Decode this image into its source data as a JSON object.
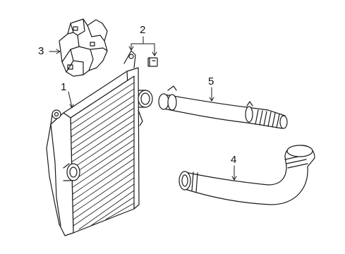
{
  "callouts": {
    "c1": "1",
    "c2": "2",
    "c3": "3",
    "c4": "4",
    "c5": "5"
  },
  "colors": {
    "line": "#1a1a1a",
    "background": "#ffffff"
  },
  "parts": [
    "intercooler",
    "intercooler-fasteners",
    "intercooler-air-deflector",
    "intercooler-outlet-hose",
    "intercooler-inlet-hose"
  ]
}
